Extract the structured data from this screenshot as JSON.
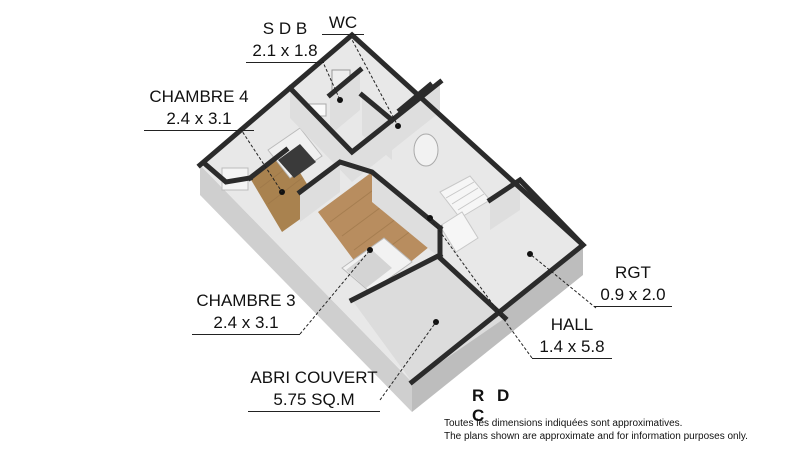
{
  "rooms": {
    "sdb": {
      "name": "S D B",
      "dims": "2.1 x 1.8"
    },
    "wc": {
      "name": "WC",
      "dims": ""
    },
    "chambre4": {
      "name": "CHAMBRE 4",
      "dims": "2.4 x 3.1"
    },
    "rgt": {
      "name": "RGT",
      "dims": "0.9 x 2.0"
    },
    "chambre3": {
      "name": "CHAMBRE 3",
      "dims": "2.4 x 3.1"
    },
    "hall": {
      "name": "HALL",
      "dims": "1.4 x 5.8"
    },
    "abri": {
      "name": "ABRI COUVERT",
      "dims": "5.75 SQ.M"
    }
  },
  "floor_title": "R D C",
  "disclaimer": {
    "fr": "Toutes les dimensions indiquées sont approximatives.",
    "en": "The plans shown are approximate and for information purposes only."
  },
  "colors": {
    "wall_top": "#2b2b2b",
    "wall_side": "#d9d9d9",
    "floor": "#e6e6e6",
    "wood": "#b48a5c",
    "leader": "#222222"
  }
}
